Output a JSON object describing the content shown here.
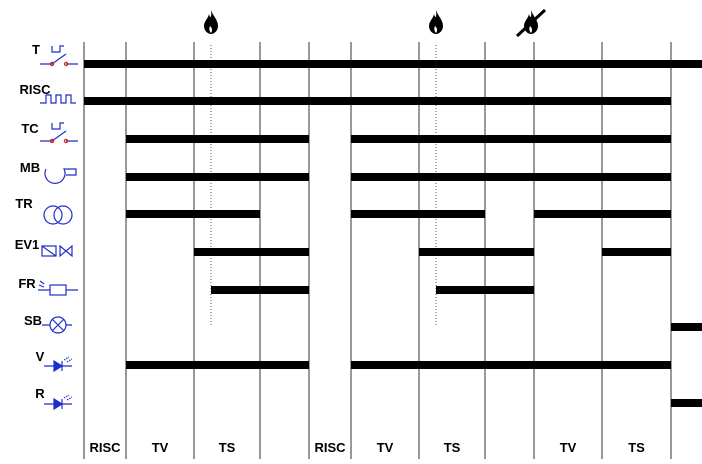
{
  "signals": [
    {
      "label": "T",
      "icon": "thermostat-switch-icon"
    },
    {
      "label": "RISC",
      "icon": "heating-wave-icon"
    },
    {
      "label": "TC",
      "icon": "thermostat-switch-icon"
    },
    {
      "label": "MB",
      "icon": "blower-motor-icon"
    },
    {
      "label": "TR",
      "icon": "transformer-icon"
    },
    {
      "label": "EV1",
      "icon": "solenoid-valve-icon"
    },
    {
      "label": "FR",
      "icon": "flame-sensor-icon"
    },
    {
      "label": "SB",
      "icon": "lockout-lamp-icon"
    },
    {
      "label": "V",
      "icon": "green-led-icon"
    },
    {
      "label": "R",
      "icon": "red-led-icon"
    }
  ],
  "phases": [
    "RISC",
    "TV",
    "TS",
    "",
    "RISC",
    "TV",
    "TS",
    "",
    "TV",
    "TS",
    ""
  ],
  "events": [
    {
      "icon": "flame-icon"
    },
    {
      "icon": "flame-icon"
    },
    {
      "icon": "flame-off-icon"
    }
  ],
  "colors": {
    "line": "#000000",
    "grid": "#333333",
    "icon": "#1f2ec9",
    "icon_red": "#cc2222",
    "dotted": "#555555"
  }
}
